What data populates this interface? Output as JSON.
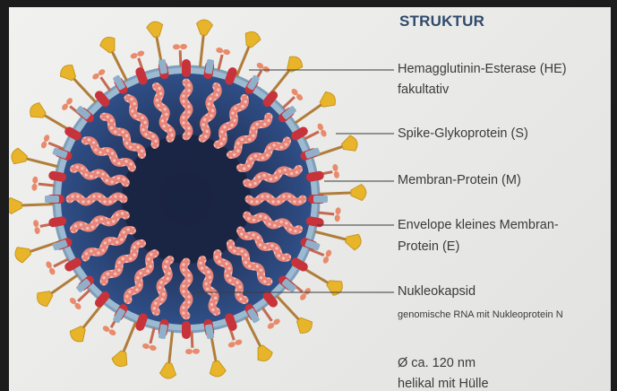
{
  "heading": "STRUKTUR",
  "labels": {
    "he_line1": "Hemagglutinin-Esterase (HE)",
    "he_line2": "fakultativ",
    "spike": "Spike-Glykoprotein (S)",
    "membrane": "Membran-Protein (M)",
    "envelope_line1": "Envelope kleines Membran-",
    "envelope_line2": "Protein (E)",
    "nucleocapsid": "Nukleokapsid",
    "nucleocapsid_sub": "genomische RNA mit Nukleoprotein N",
    "diameter": "Ø ca. 120 nm",
    "helical": "helikal mit Hülle"
  },
  "colors": {
    "heading": "#2f4a6a",
    "core_dark": "#1d2a4a",
    "envelope_blue": "#2f4f87",
    "membrane_red": "#c8323a",
    "spike_yellow": "#e8b52a",
    "envelope_grey_blue": "#8fb0c8",
    "rna_pink": "#e8857a",
    "he_salmon": "#e98a6a",
    "pointer_line": "#3a3a3a"
  }
}
